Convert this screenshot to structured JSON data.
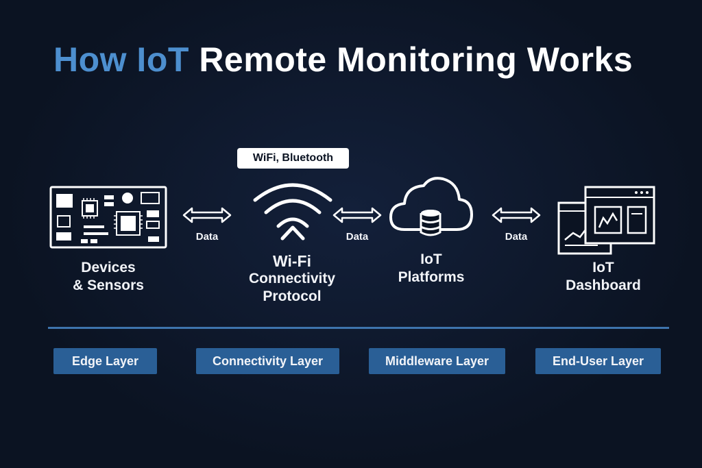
{
  "title": {
    "accent": "How IoT",
    "rest": "Remote Monitoring Works"
  },
  "connectivity_tag": "WiFi, Bluetooth",
  "nodes": [
    {
      "line1": "Devices",
      "line2": "& Sensors",
      "line3": "",
      "icon": "circuit-board-icon"
    },
    {
      "line1": "Wi-Fi",
      "line2": "Connectivity",
      "line3": "Protocol",
      "icon": "wifi-icon"
    },
    {
      "line1": "IoT",
      "line2": "Platforms",
      "line3": "",
      "icon": "cloud-database-icon"
    },
    {
      "line1": "IoT",
      "line2": "Dashboard",
      "line3": "",
      "icon": "dashboard-windows-icon"
    }
  ],
  "arrows": [
    {
      "label": "Data",
      "icon": "double-arrow-icon"
    },
    {
      "label": "Data",
      "icon": "double-arrow-icon"
    },
    {
      "label": "Data",
      "icon": "double-arrow-icon"
    }
  ],
  "layers": [
    {
      "label": "Edge Layer"
    },
    {
      "label": "Connectivity Layer"
    },
    {
      "label": "Middleware Layer"
    },
    {
      "label": "End-User Layer"
    }
  ],
  "colors": {
    "background": "#0b1322",
    "accent": "#4d8fcf",
    "divider": "#3e74ad",
    "badge": "#2a5f96",
    "text": "#ffffff"
  }
}
